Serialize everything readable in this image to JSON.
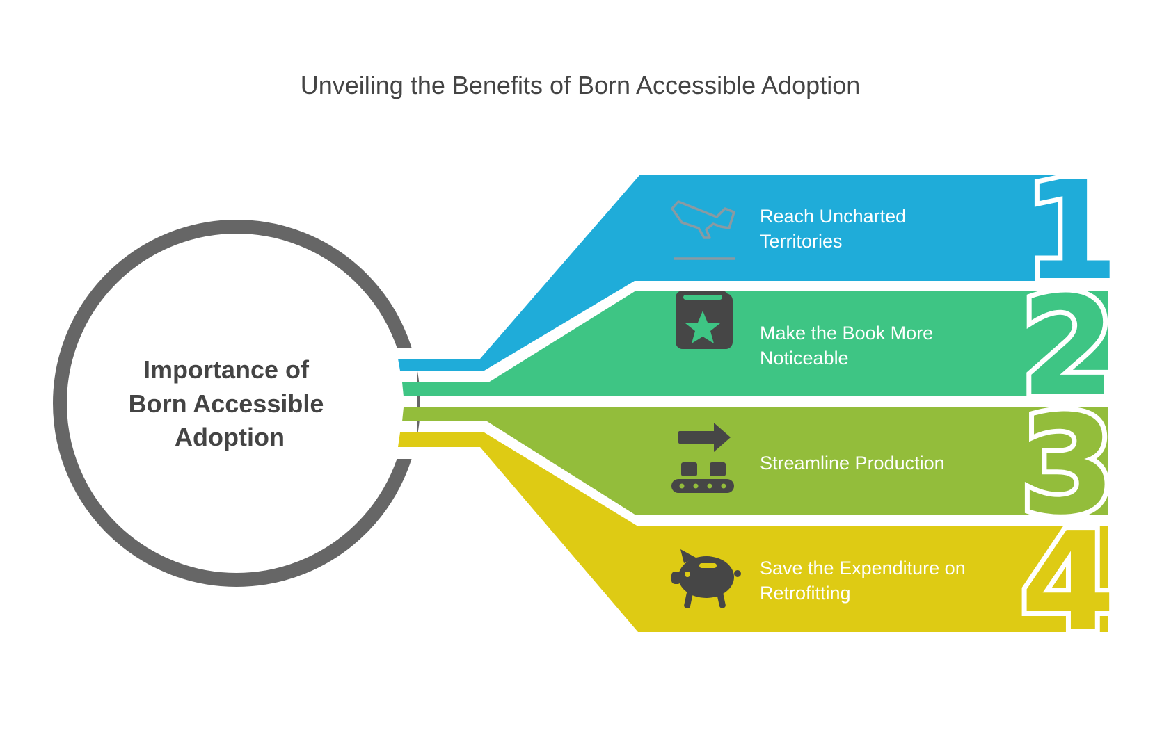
{
  "title": "Unveiling the Benefits of Born Accessible Adoption",
  "center": {
    "lines": [
      "Importance of",
      "Born Accessible",
      "Adoption"
    ]
  },
  "items": [
    {
      "number": "1",
      "lines": [
        "Reach Uncharted",
        "Territories"
      ],
      "icon": "airplane-takeoff-icon",
      "color": "#1FACD9"
    },
    {
      "number": "2",
      "lines": [
        "Make the Book More",
        "Noticeable"
      ],
      "icon": "book-star-icon",
      "color": "#3EC584"
    },
    {
      "number": "3",
      "lines": [
        "Streamline Production",
        ""
      ],
      "icon": "conveyor-belt-icon",
      "color": "#93BD3B"
    },
    {
      "number": "4",
      "lines": [
        "Save the Expenditure on",
        "Retrofitting"
      ],
      "icon": "piggy-bank-icon",
      "color": "#DECB14"
    }
  ],
  "colors": {
    "ring": "#666666",
    "icon": "#464646",
    "text_dark": "#444444"
  }
}
